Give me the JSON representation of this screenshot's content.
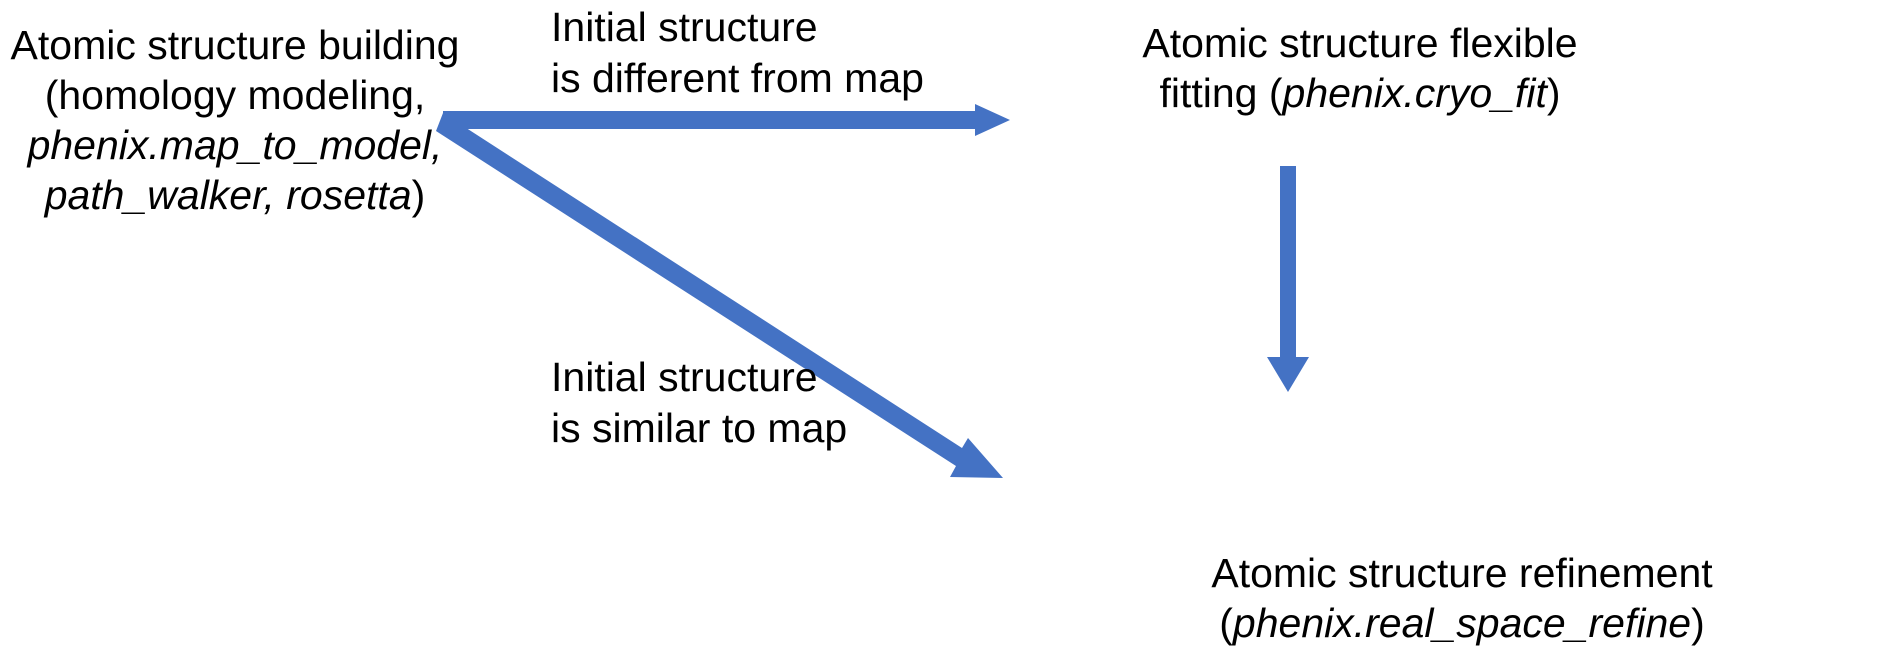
{
  "diagram": {
    "type": "flowchart",
    "background_color": "#FFFFFF",
    "arrow_color": "#4472C4",
    "text_color": "#000000",
    "nodes": [
      {
        "id": "atomic-structure-building",
        "lines": [
          {
            "text": "Atomic structure building",
            "style": "regular"
          },
          {
            "text": "(homology modeling,",
            "style": "regular"
          },
          {
            "text": "phenix.map_to_model,",
            "style": "italic"
          },
          {
            "text": "path_walker, rosetta",
            "style": "italic"
          },
          {
            "text": ")",
            "style": "regular"
          }
        ],
        "plain_text": "Atomic structure building (homology modeling, phenix.map_to_model, path_walker, rosetta)"
      },
      {
        "id": "atomic-structure-flexible-fitting",
        "lines": [
          {
            "text": "Atomic structure flexible",
            "style": "regular"
          },
          {
            "text": "fitting (",
            "style": "regular"
          },
          {
            "text": "phenix.cryo_fit",
            "style": "italic"
          },
          {
            "text": ")",
            "style": "regular"
          }
        ],
        "plain_text": "Atomic structure flexible fitting (phenix.cryo_fit)"
      },
      {
        "id": "atomic-structure-refinement",
        "lines": [
          {
            "text": "Atomic structure refinement",
            "style": "regular"
          },
          {
            "text": "(",
            "style": "regular"
          },
          {
            "text": "phenix.real_space_refine",
            "style": "italic"
          },
          {
            "text": ")",
            "style": "regular"
          }
        ],
        "plain_text": "Atomic structure refinement (phenix.real_space_refine)"
      }
    ],
    "edges": [
      {
        "id": "edge-building-to-flexible-fitting",
        "label_line1": "Initial structure",
        "label_line2": "is different from map",
        "from": "atomic-structure-building",
        "to": "atomic-structure-flexible-fitting",
        "direction": "horizontal-right"
      },
      {
        "id": "edge-building-to-refinement",
        "label_line1": "Initial structure",
        "label_line2": "is similar to map",
        "from": "atomic-structure-building",
        "to": "atomic-structure-refinement",
        "direction": "diagonal-down-right"
      },
      {
        "id": "edge-flexible-fitting-to-refinement",
        "label_line1": "",
        "label_line2": "",
        "from": "atomic-structure-flexible-fitting",
        "to": "atomic-structure-refinement",
        "direction": "vertical-down"
      }
    ]
  },
  "nodes": {
    "building": {
      "l1": "Atomic structure building",
      "l2": "(homology modeling,",
      "l3": "phenix.map_to_model,",
      "l4a": "path_walker, rosetta",
      "l4b": ")"
    },
    "flexible_fitting": {
      "l1": "Atomic structure flexible",
      "l2a": "fitting (",
      "l2b": "phenix.cryo_fit",
      "l2c": ")"
    },
    "refinement": {
      "l1": "Atomic structure refinement",
      "l2a": "(",
      "l2b": "phenix.real_space_refine",
      "l2c": ")"
    }
  },
  "labels": {
    "different": {
      "l1": "Initial structure",
      "l2": "is different from map"
    },
    "similar": {
      "l1": "Initial structure",
      "l2": "is similar to map"
    }
  }
}
